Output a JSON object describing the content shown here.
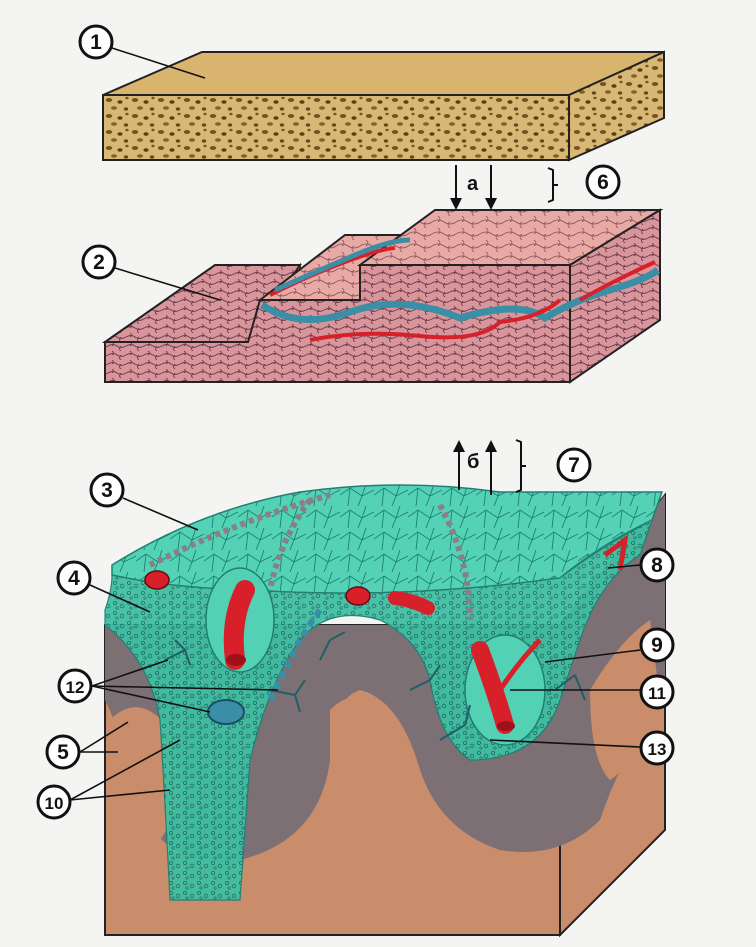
{
  "markers": {
    "m1": "1",
    "m2": "2",
    "m3": "3",
    "m4": "4",
    "m5": "5",
    "m6": "6",
    "m7": "7",
    "m8": "8",
    "m9": "9",
    "m10": "10",
    "m11": "11",
    "m12": "12",
    "m13": "13"
  },
  "arrows": {
    "a_label": "а",
    "b_label": "б"
  },
  "colors": {
    "background": "#f4f4f2",
    "meninx_top": "#d9b46e",
    "meninx_front": "#d7b874",
    "arachnoid_top": "#e9a8a0",
    "arachnoid_front": "#dc9c98",
    "pia": "#4fcfb2",
    "pia_dark": "#2fa88e",
    "brain_gray": "#7c7075",
    "brain_white": "#c98d6c",
    "vessel_red": "#d8202a",
    "vessel_blue": "#3a8fa6"
  }
}
